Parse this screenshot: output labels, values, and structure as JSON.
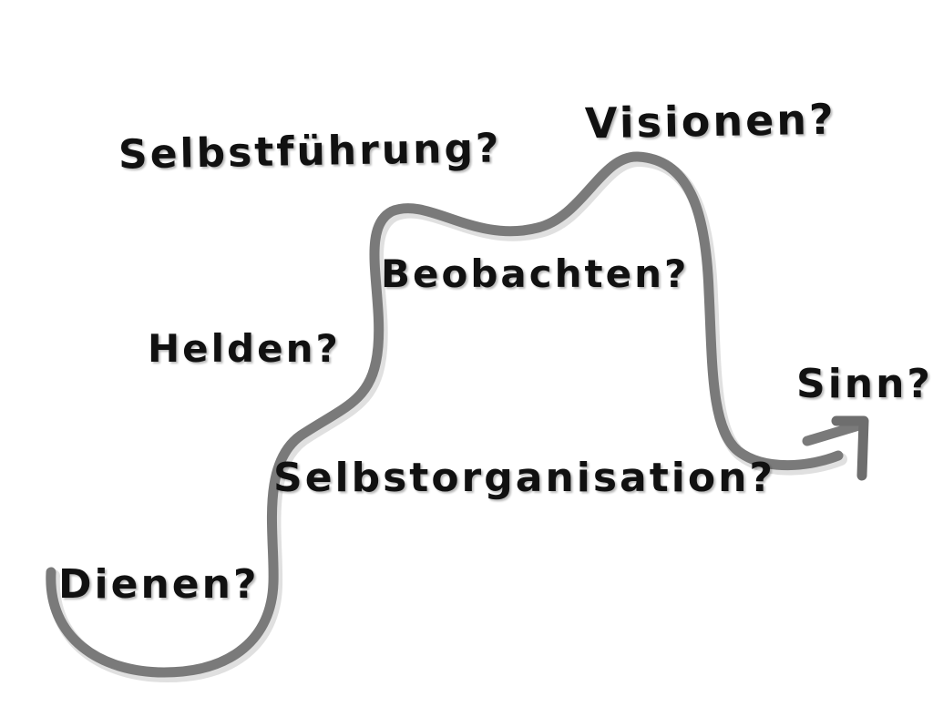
{
  "labels": {
    "selbstfuehrung": "Selbstführung?",
    "visionen": "Visionen?",
    "beobachten": "Beobachten?",
    "helden": "Helden?",
    "sinn": "Sinn?",
    "selbstorganisation": "Selbstorganisation?",
    "dienen": "Dienen?"
  },
  "colors": {
    "path": "#7a7a7a",
    "text": "#111111",
    "background": "#ffffff"
  }
}
